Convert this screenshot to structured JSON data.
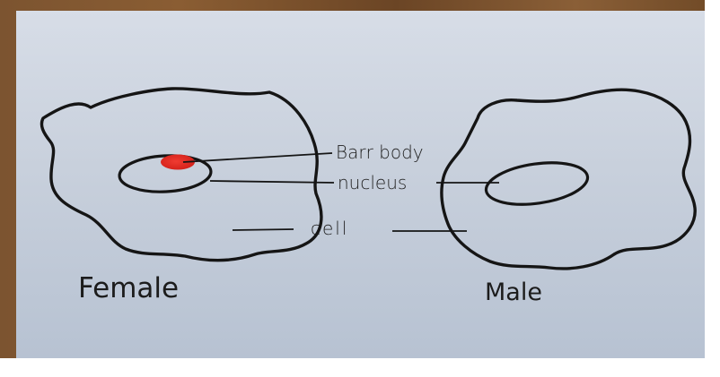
{
  "labels": {
    "barr_body": "Barr body",
    "nucleus": "nucleus",
    "cell": "cell",
    "female": "Female",
    "male": "Male"
  },
  "colors": {
    "wood": "#7a4f2a",
    "paper_top": "#d6dce6",
    "paper_bottom": "#b8c3d3",
    "ink": "#151515",
    "barr_body": "#e32b22"
  }
}
